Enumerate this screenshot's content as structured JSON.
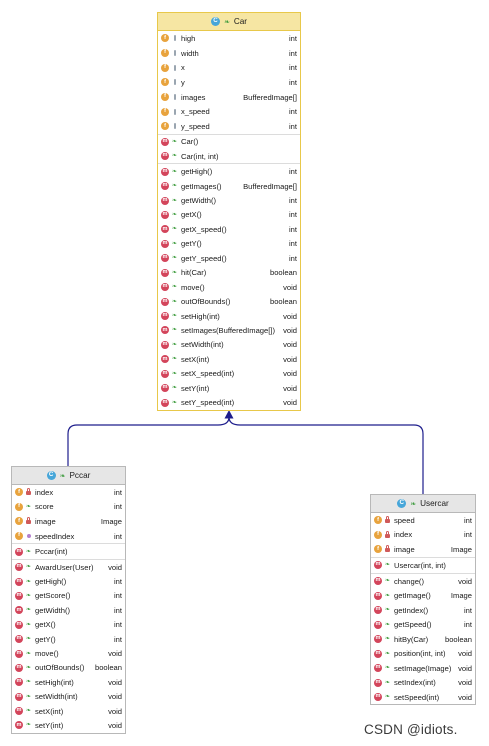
{
  "classes": {
    "car": {
      "name": "Car",
      "kind_icon": "C",
      "fields": [
        {
          "name": "high",
          "type": "int",
          "visibility": "package-final"
        },
        {
          "name": "width",
          "type": "int",
          "visibility": "package-final"
        },
        {
          "name": "x",
          "type": "int",
          "visibility": "package-final"
        },
        {
          "name": "y",
          "type": "int",
          "visibility": "package-final"
        },
        {
          "name": "images",
          "type": "BufferedImage[]",
          "visibility": "package-final"
        },
        {
          "name": "x_speed",
          "type": "int",
          "visibility": "package-final"
        },
        {
          "name": "y_speed",
          "type": "int",
          "visibility": "package-final"
        }
      ],
      "constructors": [
        {
          "name": "Car()",
          "type": ""
        },
        {
          "name": "Car(int, int)",
          "type": ""
        }
      ],
      "methods": [
        {
          "name": "getHigh()",
          "type": "int"
        },
        {
          "name": "getImages()",
          "type": "BufferedImage[]"
        },
        {
          "name": "getWidth()",
          "type": "int"
        },
        {
          "name": "getX()",
          "type": "int"
        },
        {
          "name": "getX_speed()",
          "type": "int"
        },
        {
          "name": "getY()",
          "type": "int"
        },
        {
          "name": "getY_speed()",
          "type": "int"
        },
        {
          "name": "hit(Car)",
          "type": "boolean"
        },
        {
          "name": "move()",
          "type": "void"
        },
        {
          "name": "outOfBounds()",
          "type": "boolean"
        },
        {
          "name": "setHigh(int)",
          "type": "void"
        },
        {
          "name": "setImages(BufferedImage[])",
          "type": "void"
        },
        {
          "name": "setWidth(int)",
          "type": "void"
        },
        {
          "name": "setX(int)",
          "type": "void"
        },
        {
          "name": "setX_speed(int)",
          "type": "void"
        },
        {
          "name": "setY(int)",
          "type": "void"
        },
        {
          "name": "setY_speed(int)",
          "type": "void"
        }
      ]
    },
    "pccar": {
      "name": "Pccar",
      "kind_icon": "C",
      "fields": [
        {
          "name": "index",
          "type": "int",
          "visibility": "private"
        },
        {
          "name": "score",
          "type": "int",
          "visibility": "public-static"
        },
        {
          "name": "image",
          "type": "Image",
          "visibility": "private"
        },
        {
          "name": "speedIndex",
          "type": "int",
          "visibility": "protected"
        }
      ],
      "constructors": [
        {
          "name": "Pccar(int)",
          "type": ""
        }
      ],
      "methods": [
        {
          "name": "AwardUser(User)",
          "type": "void"
        },
        {
          "name": "getHigh()",
          "type": "int"
        },
        {
          "name": "getScore()",
          "type": "int"
        },
        {
          "name": "getWidth()",
          "type": "int"
        },
        {
          "name": "getX()",
          "type": "int"
        },
        {
          "name": "getY()",
          "type": "int"
        },
        {
          "name": "move()",
          "type": "void"
        },
        {
          "name": "outOfBounds()",
          "type": "boolean"
        },
        {
          "name": "setHigh(int)",
          "type": "void"
        },
        {
          "name": "setWidth(int)",
          "type": "void"
        },
        {
          "name": "setX(int)",
          "type": "void"
        },
        {
          "name": "setY(int)",
          "type": "void"
        }
      ]
    },
    "usercar": {
      "name": "Usercar",
      "kind_icon": "C",
      "fields": [
        {
          "name": "speed",
          "type": "int",
          "visibility": "private"
        },
        {
          "name": "index",
          "type": "int",
          "visibility": "private"
        },
        {
          "name": "image",
          "type": "Image",
          "visibility": "private"
        }
      ],
      "constructors": [
        {
          "name": "Usercar(int, int)",
          "type": ""
        }
      ],
      "methods": [
        {
          "name": "change()",
          "type": "void"
        },
        {
          "name": "getImage()",
          "type": "Image"
        },
        {
          "name": "getIndex()",
          "type": "int"
        },
        {
          "name": "getSpeed()",
          "type": "int"
        },
        {
          "name": "hitBy(Car)",
          "type": "boolean"
        },
        {
          "name": "position(int, int)",
          "type": "void"
        },
        {
          "name": "setImage(Image)",
          "type": "void"
        },
        {
          "name": "setIndex(int)",
          "type": "void"
        },
        {
          "name": "setSpeed(int)",
          "type": "void"
        }
      ]
    }
  },
  "relations": [
    {
      "type": "inheritance",
      "from": "Pccar",
      "to": "Car"
    },
    {
      "type": "inheritance",
      "from": "Usercar",
      "to": "Car"
    }
  ],
  "colors": {
    "car_header": "#f6e6a3",
    "car_border": "#e8c84a",
    "other_header": "#e6e6e6",
    "arrow": "#1d1d8c",
    "field_icon": "#e8a33d",
    "method_icon": "#d3455b",
    "class_icon": "#47a6d9"
  },
  "watermark": "CSDN @idiots."
}
